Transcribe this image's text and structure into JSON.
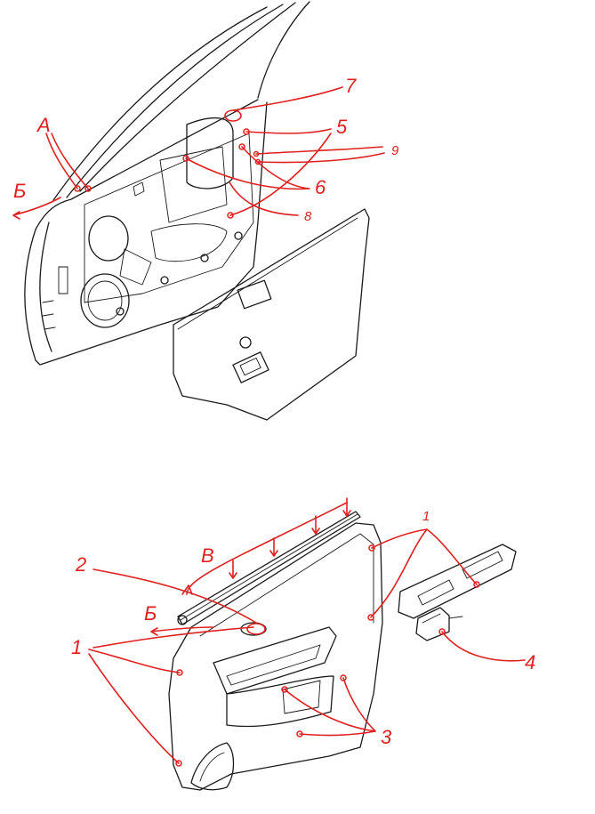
{
  "colors": {
    "ink": "#1a1a1a",
    "annotation": "#e02020",
    "background": "#ffffff"
  },
  "top_figure": {
    "labels": {
      "A": "A",
      "B": "Б",
      "n5": "5",
      "n6": "6",
      "n7": "7",
      "n8": "8",
      "n9": "9"
    }
  },
  "bottom_figure": {
    "labels": {
      "n1_left": "1",
      "n1_right": "1",
      "n2": "2",
      "n3": "3",
      "n4": "4",
      "B": "Б",
      "V": "В"
    }
  }
}
